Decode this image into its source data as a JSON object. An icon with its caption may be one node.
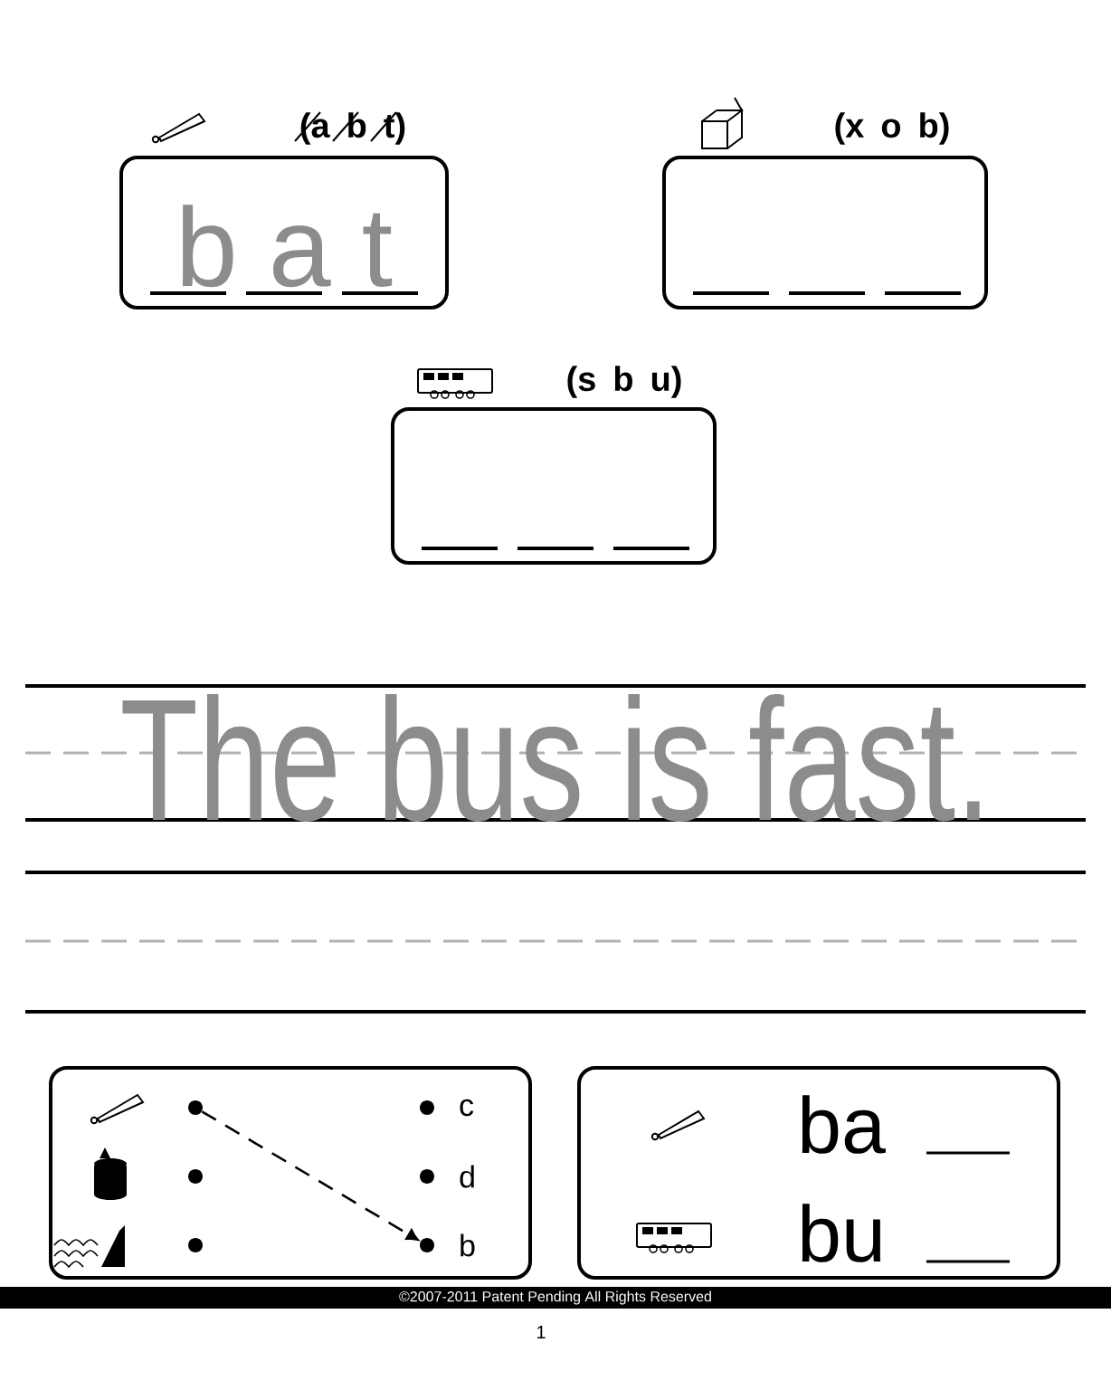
{
  "diagram": {
    "nodes": [
      {
        "text": [
          "(a b t)",
          "b a t"
        ]
      },
      {
        "text": [
          "(x o b)"
        ]
      },
      {
        "text": [
          "(s b u)"
        ]
      },
      {
        "text": [],
        "shape": "box"
      },
      {
        "text": [],
        "shape": "circle",
        "in": 3
      },
      {
        "text": [],
        "shape": "circle",
        "in": 3
      },
      {
        "text": [],
        "shape": "circle",
        "in": 3
      },
      {
        "text": [],
        "shape": "circle",
        "in": 3
      },
      {
        "text": [],
        "shape": "circle",
        "in": 3
      },
      {
        "text": [],
        "shape": "circle",
        "in": 3
      },
      {
        "text": [],
        "shape": "box"
      }
    ],
    "edges": [
      {
        "from": 4,
        "to": 9,
        "arrow": "to",
        "style": "dashed"
      }
    ],
    "labels": [
      "The bus is fast.",
      "c",
      "d",
      "b",
      "ba",
      "bu",
      "©2007-2011 Patent Pending All Rights Reserved",
      "1"
    ]
  }
}
